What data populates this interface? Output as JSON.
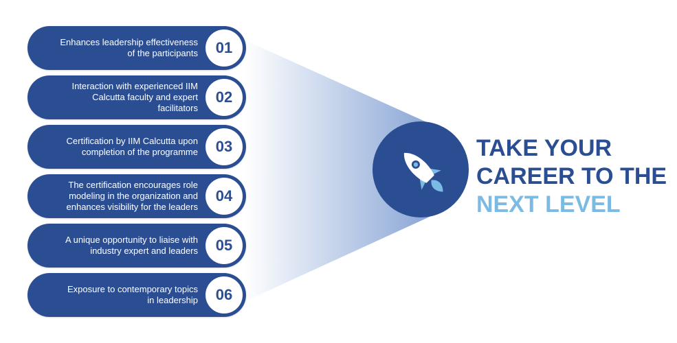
{
  "items": [
    {
      "num": "01",
      "text": "Enhances leadership effectiveness\nof the participants"
    },
    {
      "num": "02",
      "text": "Interaction with experienced IIM\nCalcutta faculty and expert\nfacilitators"
    },
    {
      "num": "03",
      "text": "Certification by IIM Calcutta upon\ncompletion of the programme"
    },
    {
      "num": "04",
      "text": "The certification encourages role\nmodeling in the organization and\nenhances visibility for the leaders"
    },
    {
      "num": "05",
      "text": "A unique opportunity to liaise with\nindustry expert and leaders"
    },
    {
      "num": "06",
      "text": "Exposure to contemporary topics\nin leadership"
    }
  ],
  "headline": {
    "line1": "TAKE YOUR",
    "line2": "CAREER TO THE",
    "line3": "NEXT LEVEL"
  },
  "icon": "rocket-icon",
  "colors": {
    "primary": "#2b4e93",
    "accent": "#7bbbe3",
    "background": "#ffffff"
  }
}
